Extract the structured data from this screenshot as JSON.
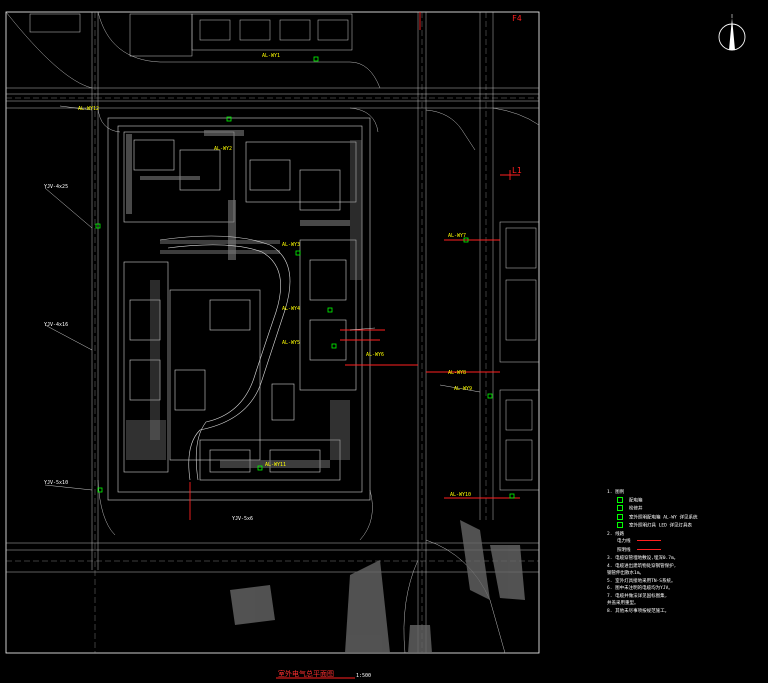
{
  "drawing": {
    "title": "室外电气总平面图",
    "scale": "1:500",
    "north_symbol": "north-arrow",
    "grid_labels": {
      "top_right": "F4",
      "right_mid": "L1"
    },
    "colors": {
      "background": "#000000",
      "linework": "#ffffff",
      "cable": "#ff2020",
      "label": "#ffff00",
      "device": "#00ff00"
    }
  },
  "legend": {
    "header": "1. 图例",
    "items": [
      {
        "symbol": "green-box",
        "text": "配电箱"
      },
      {
        "symbol": "green-box",
        "text": "检修井"
      },
      {
        "symbol": "green-box",
        "text": "室外照明配电箱 AL-WY 详见系统"
      },
      {
        "symbol": "green-box",
        "text": "室外照明灯具 LED 详见灯具表"
      }
    ],
    "lines_header": "2. 线路",
    "lines": [
      {
        "symbol": "red-line",
        "text": "电力线"
      },
      {
        "symbol": "red-line",
        "text": "照明线"
      }
    ],
    "notes": [
      "3. 电缆穿管埋地敷设,埋深0.7m。",
      "4. 电缆进出建筑物处穿钢管保护,",
      "   钢管伸出散水1m。",
      "5. 室外灯具接地采用TN-S系统。",
      "6. 图中未注明的电缆均为YJV。",
      "7. 电缆井做法详见国标图集,",
      "   井盖采用重型。",
      "8. 其他未尽事项按规范施工。"
    ]
  },
  "labels": [
    {
      "text": "AL-WY1",
      "color": "yel"
    },
    {
      "text": "AL-WY2",
      "color": "yel"
    },
    {
      "text": "AL-WY3",
      "color": "yel"
    },
    {
      "text": "AL-WY4",
      "color": "yel"
    },
    {
      "text": "AL-WY5",
      "color": "yel"
    },
    {
      "text": "AL-WY6",
      "color": "yel"
    },
    {
      "text": "AL-WY7",
      "color": "yel"
    },
    {
      "text": "AL-WY8",
      "color": "yel"
    },
    {
      "text": "AL-WY9",
      "color": "yel"
    },
    {
      "text": "AL-WY10",
      "color": "yel"
    },
    {
      "text": "AL-WY11",
      "color": "yel"
    },
    {
      "text": "AL-WY12",
      "color": "yel"
    },
    {
      "text": "YJV-4x25",
      "color": "wht"
    },
    {
      "text": "YJV-4x16",
      "color": "wht"
    },
    {
      "text": "YJV-5x10",
      "color": "wht"
    },
    {
      "text": "YJV-5x6",
      "color": "wht"
    }
  ]
}
